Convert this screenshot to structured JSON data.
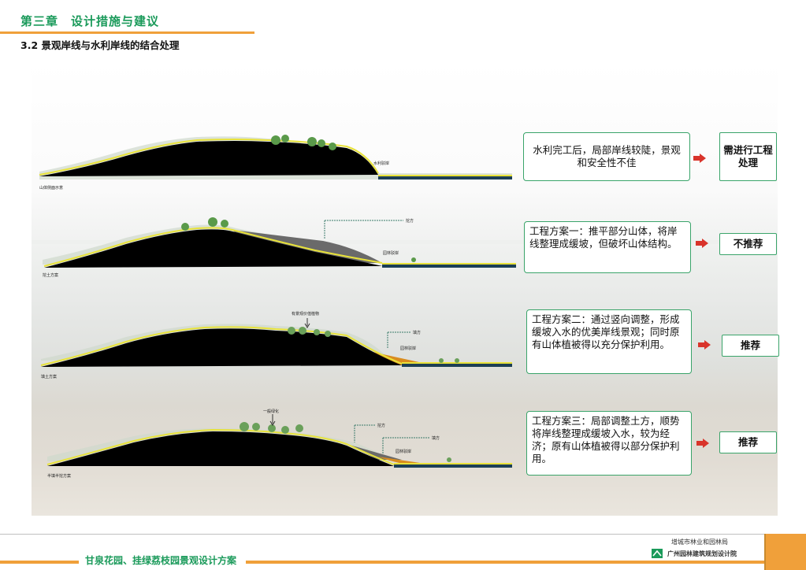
{
  "header": {
    "chapter": "第三章　设计措施与建议",
    "section_title": "3.2 景观岸线与水利岸线的结合处理"
  },
  "rows": [
    {
      "diagram_caption": "山体侧面示意",
      "labels": [
        "水利驳岸"
      ],
      "description": "水利完工后，局部岸线较陡，景观和安全性不佳",
      "verdict": "需进行工程处理"
    },
    {
      "diagram_caption": "挖土方案",
      "labels": [
        "挖方",
        "园林驳岸"
      ],
      "description": "工程方案一：推平部分山体，将岸线整理成缓坡，但破坏山体结构。",
      "verdict": "不推荐"
    },
    {
      "diagram_caption": "填土方案",
      "labels": [
        "有景观价值植物",
        "填方",
        "园林驳岸"
      ],
      "description": "工程方案二：通过竖向调整，形成缓坡入水的优美岸线景观；同时原有山体植被得以充分保护利用。",
      "verdict": "推荐"
    },
    {
      "diagram_caption": "半填半挖方案",
      "labels": [
        "一般绿化",
        "挖方",
        "填方",
        "园林驳岸"
      ],
      "description": "工程方案三：局部调整土方，顺势将岸线整理成缓坡入水，较为经济；原有山体植被得以部分保护利用。",
      "verdict": "推荐"
    }
  ],
  "footer": {
    "project_name": "甘泉花园、挂绿荔枝园景观设计方案",
    "org_line1": "增城市林业和园林局",
    "org_line2": "广州园林建筑规划设计院"
  },
  "colors": {
    "accent_green": "#1a9a5a",
    "accent_orange": "#f0a03a",
    "box_border": "#3aa46a",
    "arrow_red": "#d9342b"
  }
}
